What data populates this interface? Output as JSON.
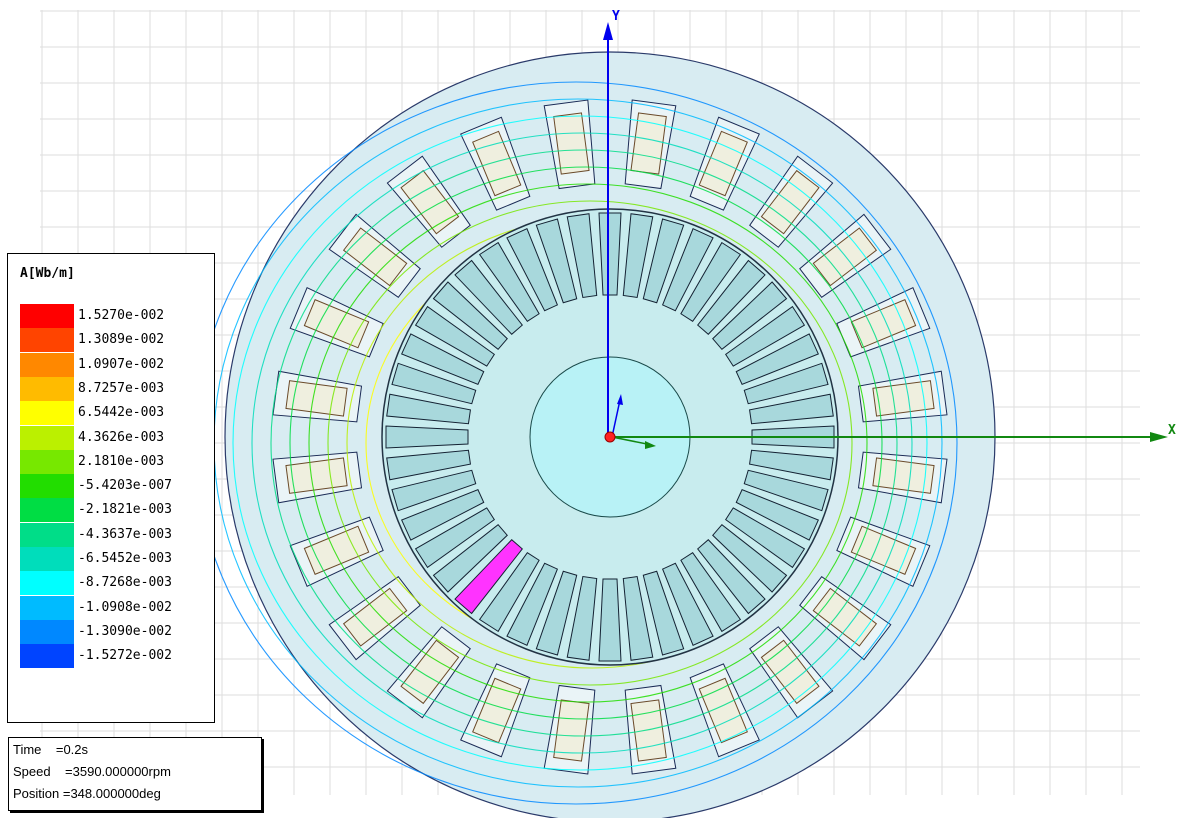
{
  "axes": {
    "x_label": "X",
    "y_label": "Y"
  },
  "legend": {
    "title": "A[Wb/m]",
    "entries": [
      {
        "label": "1.5270e-002",
        "color": "#ff0000"
      },
      {
        "label": "1.3089e-002",
        "color": "#ff4400"
      },
      {
        "label": "1.0907e-002",
        "color": "#ff8800"
      },
      {
        "label": "8.7257e-003",
        "color": "#ffbb00"
      },
      {
        "label": "6.5442e-003",
        "color": "#ffff00"
      },
      {
        "label": "4.3626e-003",
        "color": "#bbf000"
      },
      {
        "label": "2.1810e-003",
        "color": "#77e800"
      },
      {
        "label": "-5.4203e-007",
        "color": "#22dd00"
      },
      {
        "label": "-2.1821e-003",
        "color": "#00dd44"
      },
      {
        "label": "-4.3637e-003",
        "color": "#00dd88"
      },
      {
        "label": "-6.5452e-003",
        "color": "#00ddbb"
      },
      {
        "label": "-8.7268e-003",
        "color": "#00ffff"
      },
      {
        "label": "-1.0908e-002",
        "color": "#00bbff"
      },
      {
        "label": "-1.3090e-002",
        "color": "#0088ff"
      },
      {
        "label": "-1.5272e-002",
        "color": "#0044ff"
      }
    ]
  },
  "info": {
    "time": "Time    =0.2s",
    "speed": "Speed    =3590.000000rpm",
    "position": "Position =348.000000deg"
  },
  "colors": {
    "stator": "#d8ecf2",
    "rotor": "#c8ecee",
    "shaft": "#b8f2f6",
    "coil": "#efefdf",
    "highlight_bar": "#ff33ff",
    "x_axis": "#118811",
    "y_axis": "#0000ee",
    "grid": "#dddddd"
  }
}
